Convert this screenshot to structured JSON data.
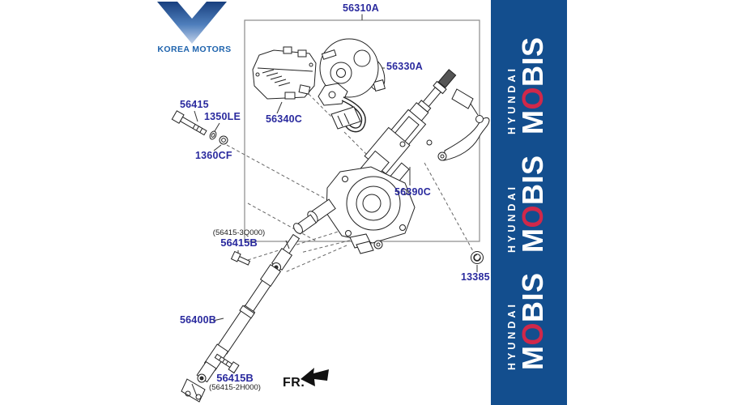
{
  "branding": {
    "korea_motors": {
      "name": "KOREA MOTORS",
      "text_color": "#1e63ad",
      "logo_gradient_top": "#173f7e",
      "logo_gradient_bottom": "#c2d2ea"
    },
    "mobis_banner": {
      "bg_color": "#134e8e",
      "o_color": "#d0284a",
      "logos": [
        {
          "hyundai": "HYUNDAI",
          "mobis_m": "M",
          "mobis_o": "O",
          "mobis_bis": "BIS"
        },
        {
          "hyundai": "HYUNDAI",
          "mobis_m": "M",
          "mobis_o": "O",
          "mobis_bis": "BIS"
        },
        {
          "hyundai": "HYUNDAI",
          "mobis_m": "M",
          "mobis_o": "O",
          "mobis_bis": "BIS"
        }
      ]
    }
  },
  "diagram": {
    "label_color": "#2a2a9e",
    "parts": {
      "p56310A": "56310A",
      "p56330A": "56330A",
      "p56340C": "56340C",
      "p56415": "56415",
      "p1350LE": "1350LE",
      "p1360CF": "1360CF",
      "p56390C": "56390C",
      "p56415B_upper": "56415B",
      "p56415B_upper_sub": "(56415-3Q000)",
      "p13385": "13385",
      "p56400B": "56400B",
      "p56415B_lower": "56415B",
      "p56415B_lower_sub": "(56415-2H000)",
      "fr_marker": "FR."
    }
  }
}
